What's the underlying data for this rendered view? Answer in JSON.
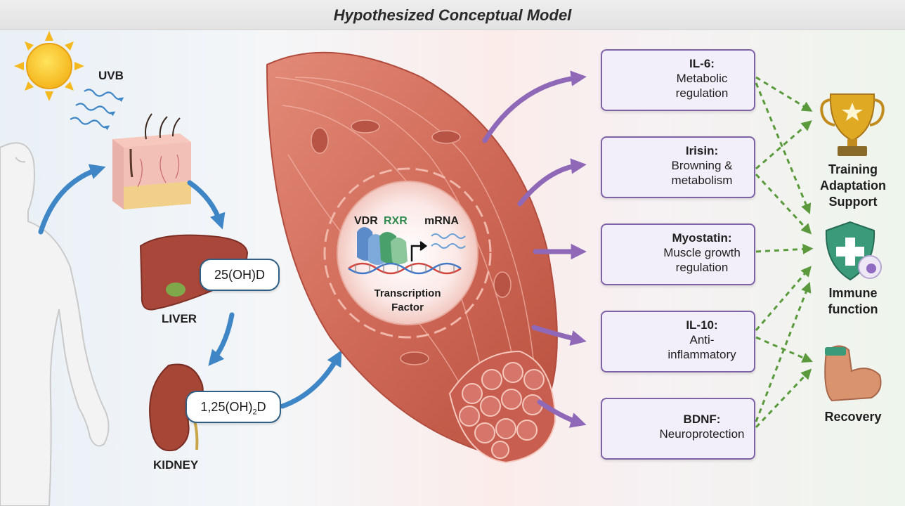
{
  "title": "Hypothesized Conceptual Model",
  "left_labels": {
    "uvb": "UVB",
    "liver": "LIVER",
    "kidney": "KIDNEY"
  },
  "metabolites": {
    "first": "25(OH)D",
    "active_prefix": "1,25(OH)",
    "active_sub": "2",
    "active_suffix": "D"
  },
  "nucleus": {
    "vdr": "VDR",
    "rxr": "RXR",
    "mrna": "mRNA",
    "tf_line1": "Transcription",
    "tf_line2": "Factor"
  },
  "cards": [
    {
      "name": "IL-6:",
      "line1": "Metabolic",
      "line2": "regulation"
    },
    {
      "name": "Irisin:",
      "line1": "Browning &",
      "line2": "metabolism"
    },
    {
      "name": "Myostatin:",
      "line1": "Muscle growth",
      "line2": "regulation"
    },
    {
      "name": "IL-10:",
      "line1": "Anti-",
      "line2": "inflammatory"
    },
    {
      "name": "BDNF:",
      "line1": "Neuroprotection",
      "line2": ""
    }
  ],
  "outcomes": {
    "training": {
      "line1": "Training",
      "line2": "Adaptation",
      "line3": "Support"
    },
    "immune": {
      "line1": "Immune",
      "line2": "function"
    },
    "recovery": {
      "line1": "Recovery"
    }
  },
  "colors": {
    "blue_arrow": "#3f86c6",
    "purple_arrow": "#8f68b8",
    "green_dash": "#5a9a3c",
    "card_border": "#7e62a6",
    "vdr": "#5b8cc9",
    "rxr": "#2f8a4e"
  }
}
